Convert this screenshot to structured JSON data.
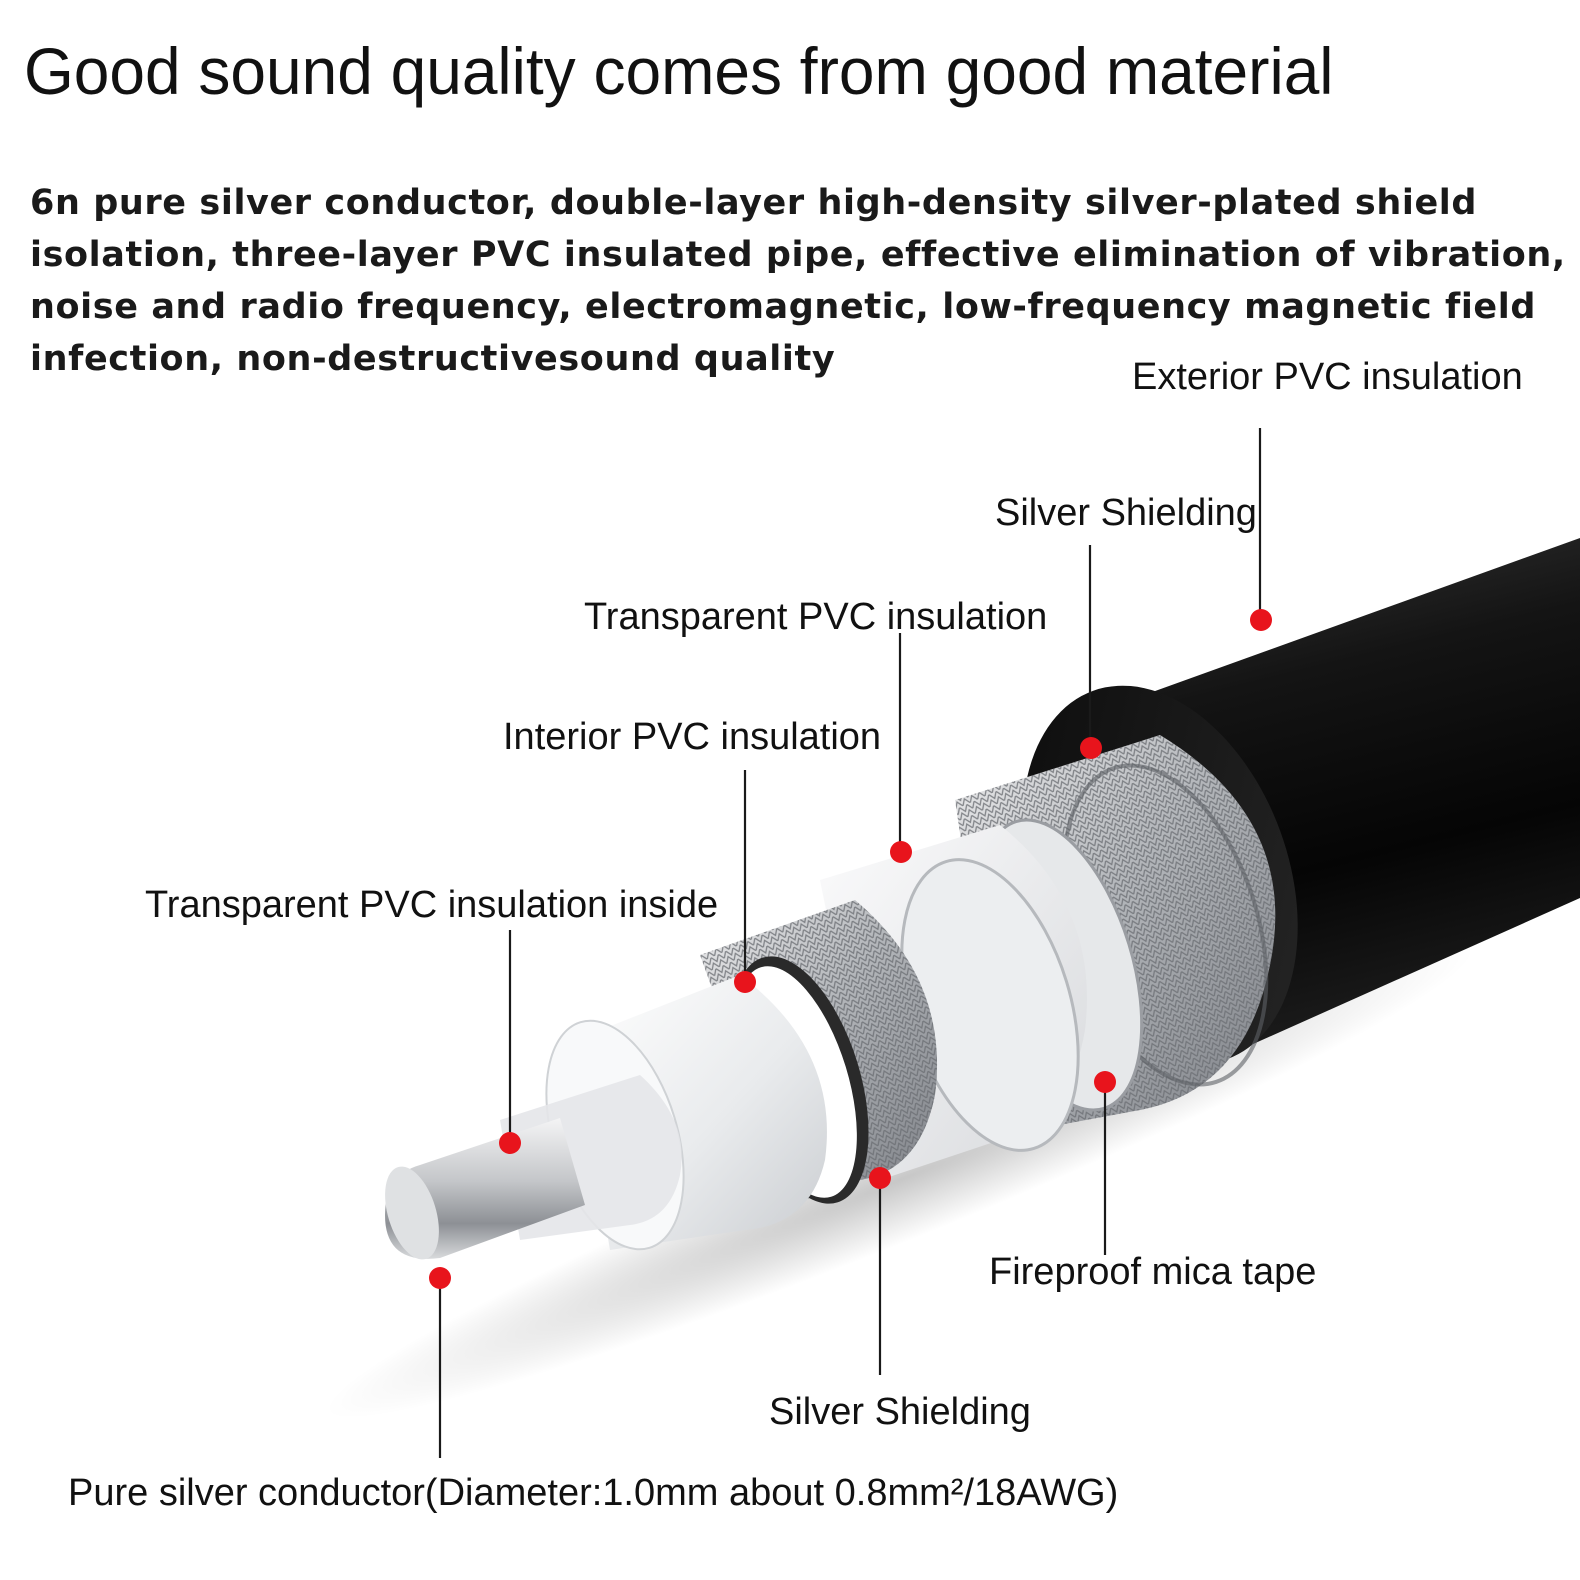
{
  "title": "Good sound quality comes from good material",
  "description_lines": [
    "6n pure silver conductor, double-layer high-density silver-plated shield",
    "isolation, three-layer PVC insulated pipe, effective elimination of vibration,",
    "noise and radio frequency, electromagnetic, low-frequency magnetic field",
    "infection, non-destructivesound quality"
  ],
  "callouts": {
    "exterior_pvc": "Exterior PVC insulation",
    "silver_shielding_outer": "Silver Shielding",
    "transparent_pvc": "Transparent PVC insulation",
    "interior_pvc": "Interior PVC insulation",
    "transparent_pvc_inside": "Transparent PVC insulation inside",
    "fireproof_mica": "Fireproof mica tape",
    "silver_shielding_inner": "Silver Shielding",
    "conductor": "Pure silver conductor(Diameter:1.0mm about 0.8mm²/18AWG)"
  },
  "colors": {
    "marker": "#e8141c",
    "leader": "#1a1a1a",
    "jacket": "#141414",
    "braid": "#b9bcc0",
    "insulation": "#f1f2f3"
  }
}
